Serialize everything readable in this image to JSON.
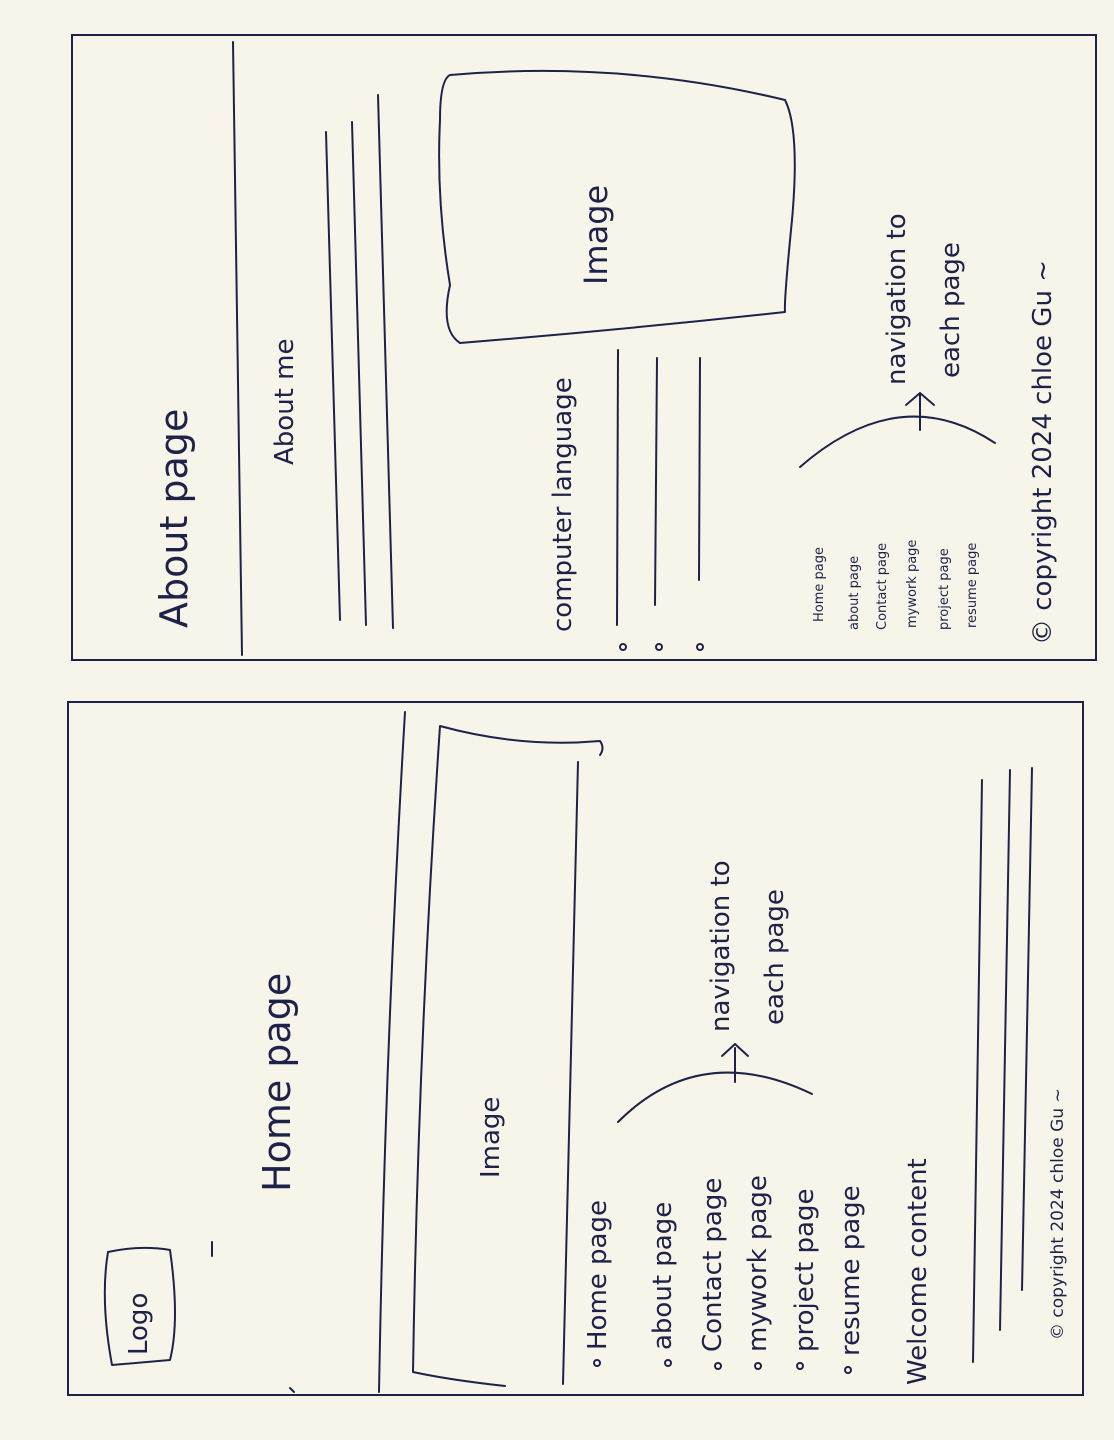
{
  "colors": {
    "paper": "#f7f5ea",
    "ink": "#1f2248"
  },
  "home_page": {
    "logo": "Logo",
    "title": "Home page",
    "image_label": "Image",
    "nav_items": [
      "Home page",
      "about page",
      "Contact page",
      "mywork page",
      "project page",
      "resume page"
    ],
    "nav_note_line1": "navigation to",
    "nav_note_line2": "each page",
    "welcome": "Welcome content",
    "copyright": "© copyright 2024 chloe Gu ~"
  },
  "about_page": {
    "title": "About page",
    "about_me": "About me",
    "image_label": "Image",
    "computer_language": "computer language",
    "nav_items": [
      "Home page",
      "about page",
      "Contact page",
      "mywork page",
      "project page",
      "resume page"
    ],
    "nav_note_line1": "navigation to",
    "nav_note_line2": "each page",
    "copyright": "© copyright 2024 chloe Gu ~"
  }
}
